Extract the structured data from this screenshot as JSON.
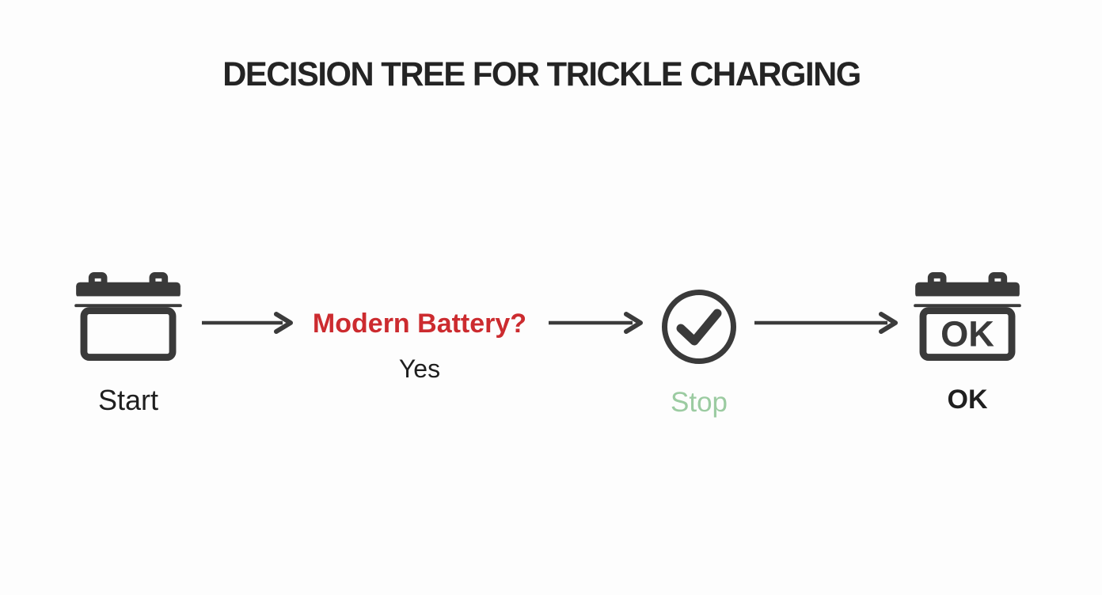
{
  "title": "DECISION TREE FOR TRICKLE CHARGING",
  "colors": {
    "background": "#fdfdfd",
    "icon_dark": "#3a3a3a",
    "title_text": "#242424",
    "label_text": "#1f1f1f",
    "question_red": "#cc2b2f",
    "stop_green": "#9bcba1"
  },
  "nodes": {
    "start": {
      "icon": "battery-icon",
      "label": "Start"
    },
    "question": {
      "label": "Modern Battery?",
      "answer": "Yes"
    },
    "stop": {
      "icon": "check-circle-icon",
      "label": "Stop"
    },
    "ok": {
      "icon": "battery-ok-icon",
      "battery_text": "OK",
      "label": "OK"
    }
  },
  "connectors": [
    {
      "type": "arrow-right",
      "from": "start",
      "to": "question"
    },
    {
      "type": "arrow-right",
      "from": "question",
      "to": "stop"
    },
    {
      "type": "arrow-right",
      "from": "stop",
      "to": "ok"
    }
  ]
}
